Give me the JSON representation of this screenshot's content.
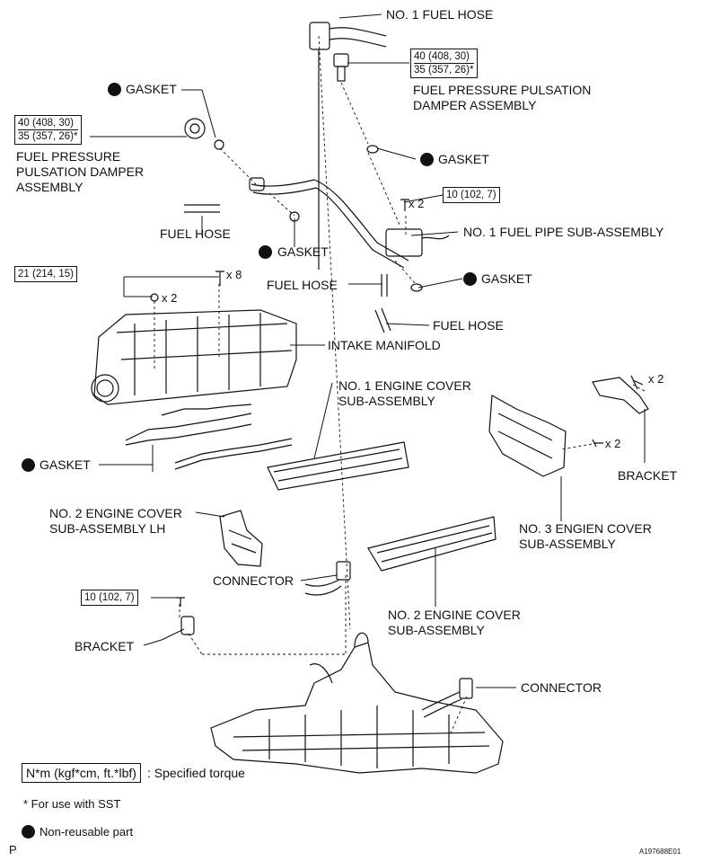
{
  "labels": {
    "no1_fuel_hose": "NO. 1 FUEL HOSE",
    "damper_top": [
      "FUEL PRESSURE PULSATION",
      "DAMPER ASSEMBLY"
    ],
    "gasket_1": "GASKET",
    "damper_left": [
      "FUEL PRESSURE",
      "PULSATION DAMPER",
      "ASSEMBLY"
    ],
    "gasket_2": "GASKET",
    "fuel_hose_left": "FUEL HOSE",
    "gasket_3": "GASKET",
    "no1_fuel_pipe": "NO. 1 FUEL PIPE SUB-ASSEMBLY",
    "fuel_hose_mid": "FUEL HOSE",
    "gasket_4": "GASKET",
    "fuel_hose_right": "FUEL HOSE",
    "intake_manifold": "INTAKE MANIFOLD",
    "no1_engine_cover": [
      "NO. 1 ENGINE COVER",
      "SUB-ASSEMBLY"
    ],
    "gasket_5": "GASKET",
    "bracket_right": "BRACKET",
    "no3_engine_cover": [
      "NO. 3 ENGIEN COVER",
      "SUB-ASSEMBLY"
    ],
    "no2_engine_cover_lh": [
      "NO. 2 ENGINE COVER",
      "SUB-ASSEMBLY LH"
    ],
    "connector_1": "CONNECTOR",
    "no2_engine_cover": [
      "NO. 2 ENGINE COVER",
      "SUB-ASSEMBLY"
    ],
    "bracket_left": "BRACKET",
    "connector_2": "CONNECTOR"
  },
  "torques": {
    "damper_top": [
      "40 (408, 30)",
      "35 (357, 26)*"
    ],
    "damper_left": [
      "40 (408, 30)",
      "35 (357, 26)*"
    ],
    "pipe_bolt": "10 (102, 7)",
    "manifold": "21 (214, 15)",
    "bracket": "10 (102, 7)"
  },
  "multipliers": {
    "pipe_bolt": "x 2",
    "manifold_bolt": "x 8",
    "manifold_nut": "x 2",
    "bracket_right_bolt": "x 2",
    "cover3_bolt": "x 2"
  },
  "legend": {
    "torque_box": "N*m (kgf*cm, ft.*lbf)",
    "torque_text": ": Specified torque",
    "sst_note": "* For use with SST",
    "nonreusable": "Non-reusable part"
  },
  "footer": {
    "left_code": "P",
    "right_code": "A197688E01"
  }
}
